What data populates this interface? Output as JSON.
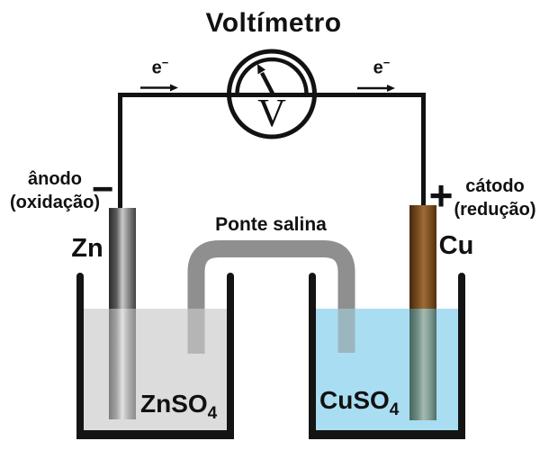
{
  "diagram": {
    "title": "Voltímetro",
    "voltmeter_symbol": "V",
    "electron_flow_left": {
      "base": "e",
      "sup": "−"
    },
    "electron_flow_right": {
      "base": "e",
      "sup": "−"
    },
    "salt_bridge_label": "Ponte salina",
    "anode": {
      "role_line1": "ânodo",
      "role_line2": "(oxidação)",
      "polarity": "−",
      "metal": "Zn",
      "solution_base": "ZnSO",
      "solution_sub": "4"
    },
    "cathode": {
      "role_line1": "cátodo",
      "role_line2": "(redução)",
      "polarity": "+",
      "metal": "Cu",
      "solution_base": "CuSO",
      "solution_sub": "4"
    },
    "colors": {
      "wire": "#121212",
      "salt_bridge": "#8f8f8f",
      "zn_solution": "#dcdcdc",
      "cu_solution": "#a9ddf2",
      "zn_electrode_highlight": "#c9c9c9",
      "cu_electrode_mid": "#9c6c36",
      "cu_electrode_submerged": "#6f8d84",
      "text": "#111111"
    }
  }
}
